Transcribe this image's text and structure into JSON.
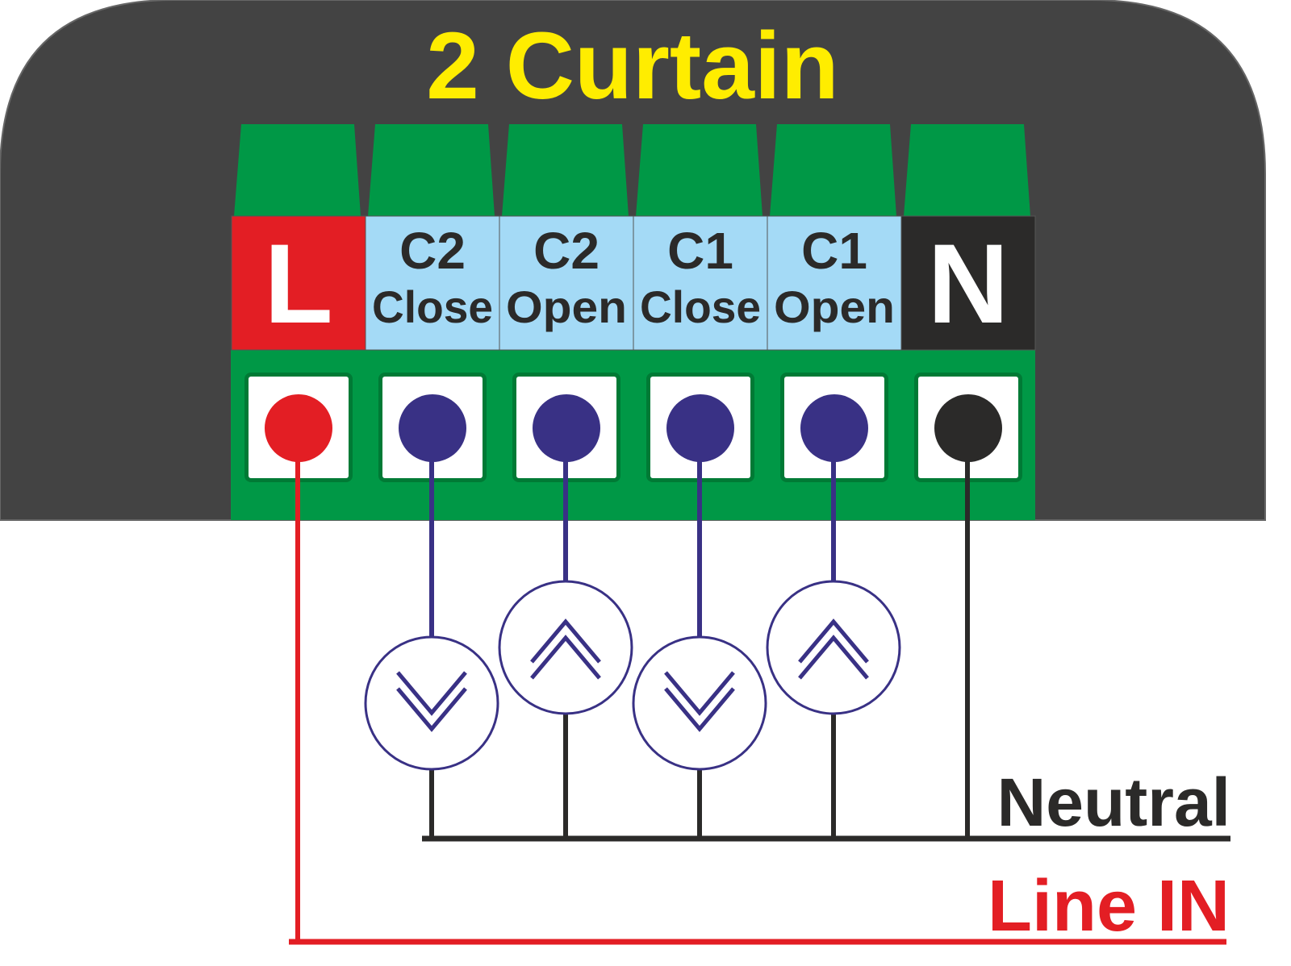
{
  "title": "2 Curtain",
  "terminals": [
    {
      "line1": "L",
      "line2": "",
      "bg": "#e31e24",
      "fg": "#ffffff",
      "dot": "#e31e24",
      "motor": null
    },
    {
      "line1": "C2",
      "line2": "Close",
      "bg": "#a4daf6",
      "fg": "#2b2a29",
      "dot": "#393185",
      "motor": "down"
    },
    {
      "line1": "C2",
      "line2": "Open",
      "bg": "#a4daf6",
      "fg": "#2b2a29",
      "dot": "#393185",
      "motor": "up"
    },
    {
      "line1": "C1",
      "line2": "Close",
      "bg": "#a4daf6",
      "fg": "#2b2a29",
      "dot": "#393185",
      "motor": "down"
    },
    {
      "line1": "C1",
      "line2": "Open",
      "bg": "#a4daf6",
      "fg": "#2b2a29",
      "dot": "#393185",
      "motor": "up"
    },
    {
      "line1": "N",
      "line2": "",
      "bg": "#2b2a29",
      "fg": "#ffffff",
      "dot": "#2b2a29",
      "motor": null
    }
  ],
  "legend": {
    "neutral": "Neutral",
    "line_in": "Line IN"
  },
  "colors": {
    "housing": "#434343",
    "green": "#009846",
    "title": "#ffed00",
    "line": "#e31e24",
    "neutral": "#2b2a29",
    "control": "#393185"
  }
}
